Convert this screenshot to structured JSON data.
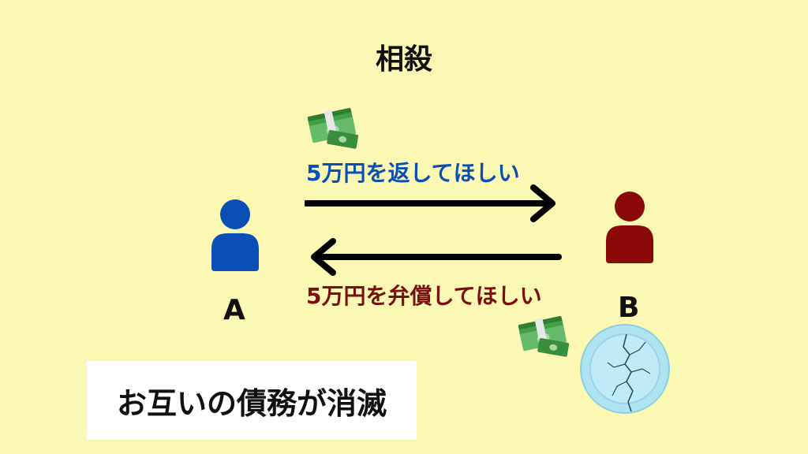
{
  "title": "相殺",
  "person_a": {
    "label": "A",
    "color": "#0a4fb5"
  },
  "person_b": {
    "label": "B",
    "color": "#8a0a0a"
  },
  "top_message": {
    "text": "5万円を返してほしい",
    "color": "#0a4fb5"
  },
  "bottom_message": {
    "text": "5万円を弁償してほしい",
    "color": "#7a0f0f"
  },
  "conclusion": "お互いの債務が消滅",
  "icons": {
    "money_top": "money-stack-icon",
    "money_bottom": "money-stack-icon",
    "broken_plate": "broken-plate-icon"
  }
}
